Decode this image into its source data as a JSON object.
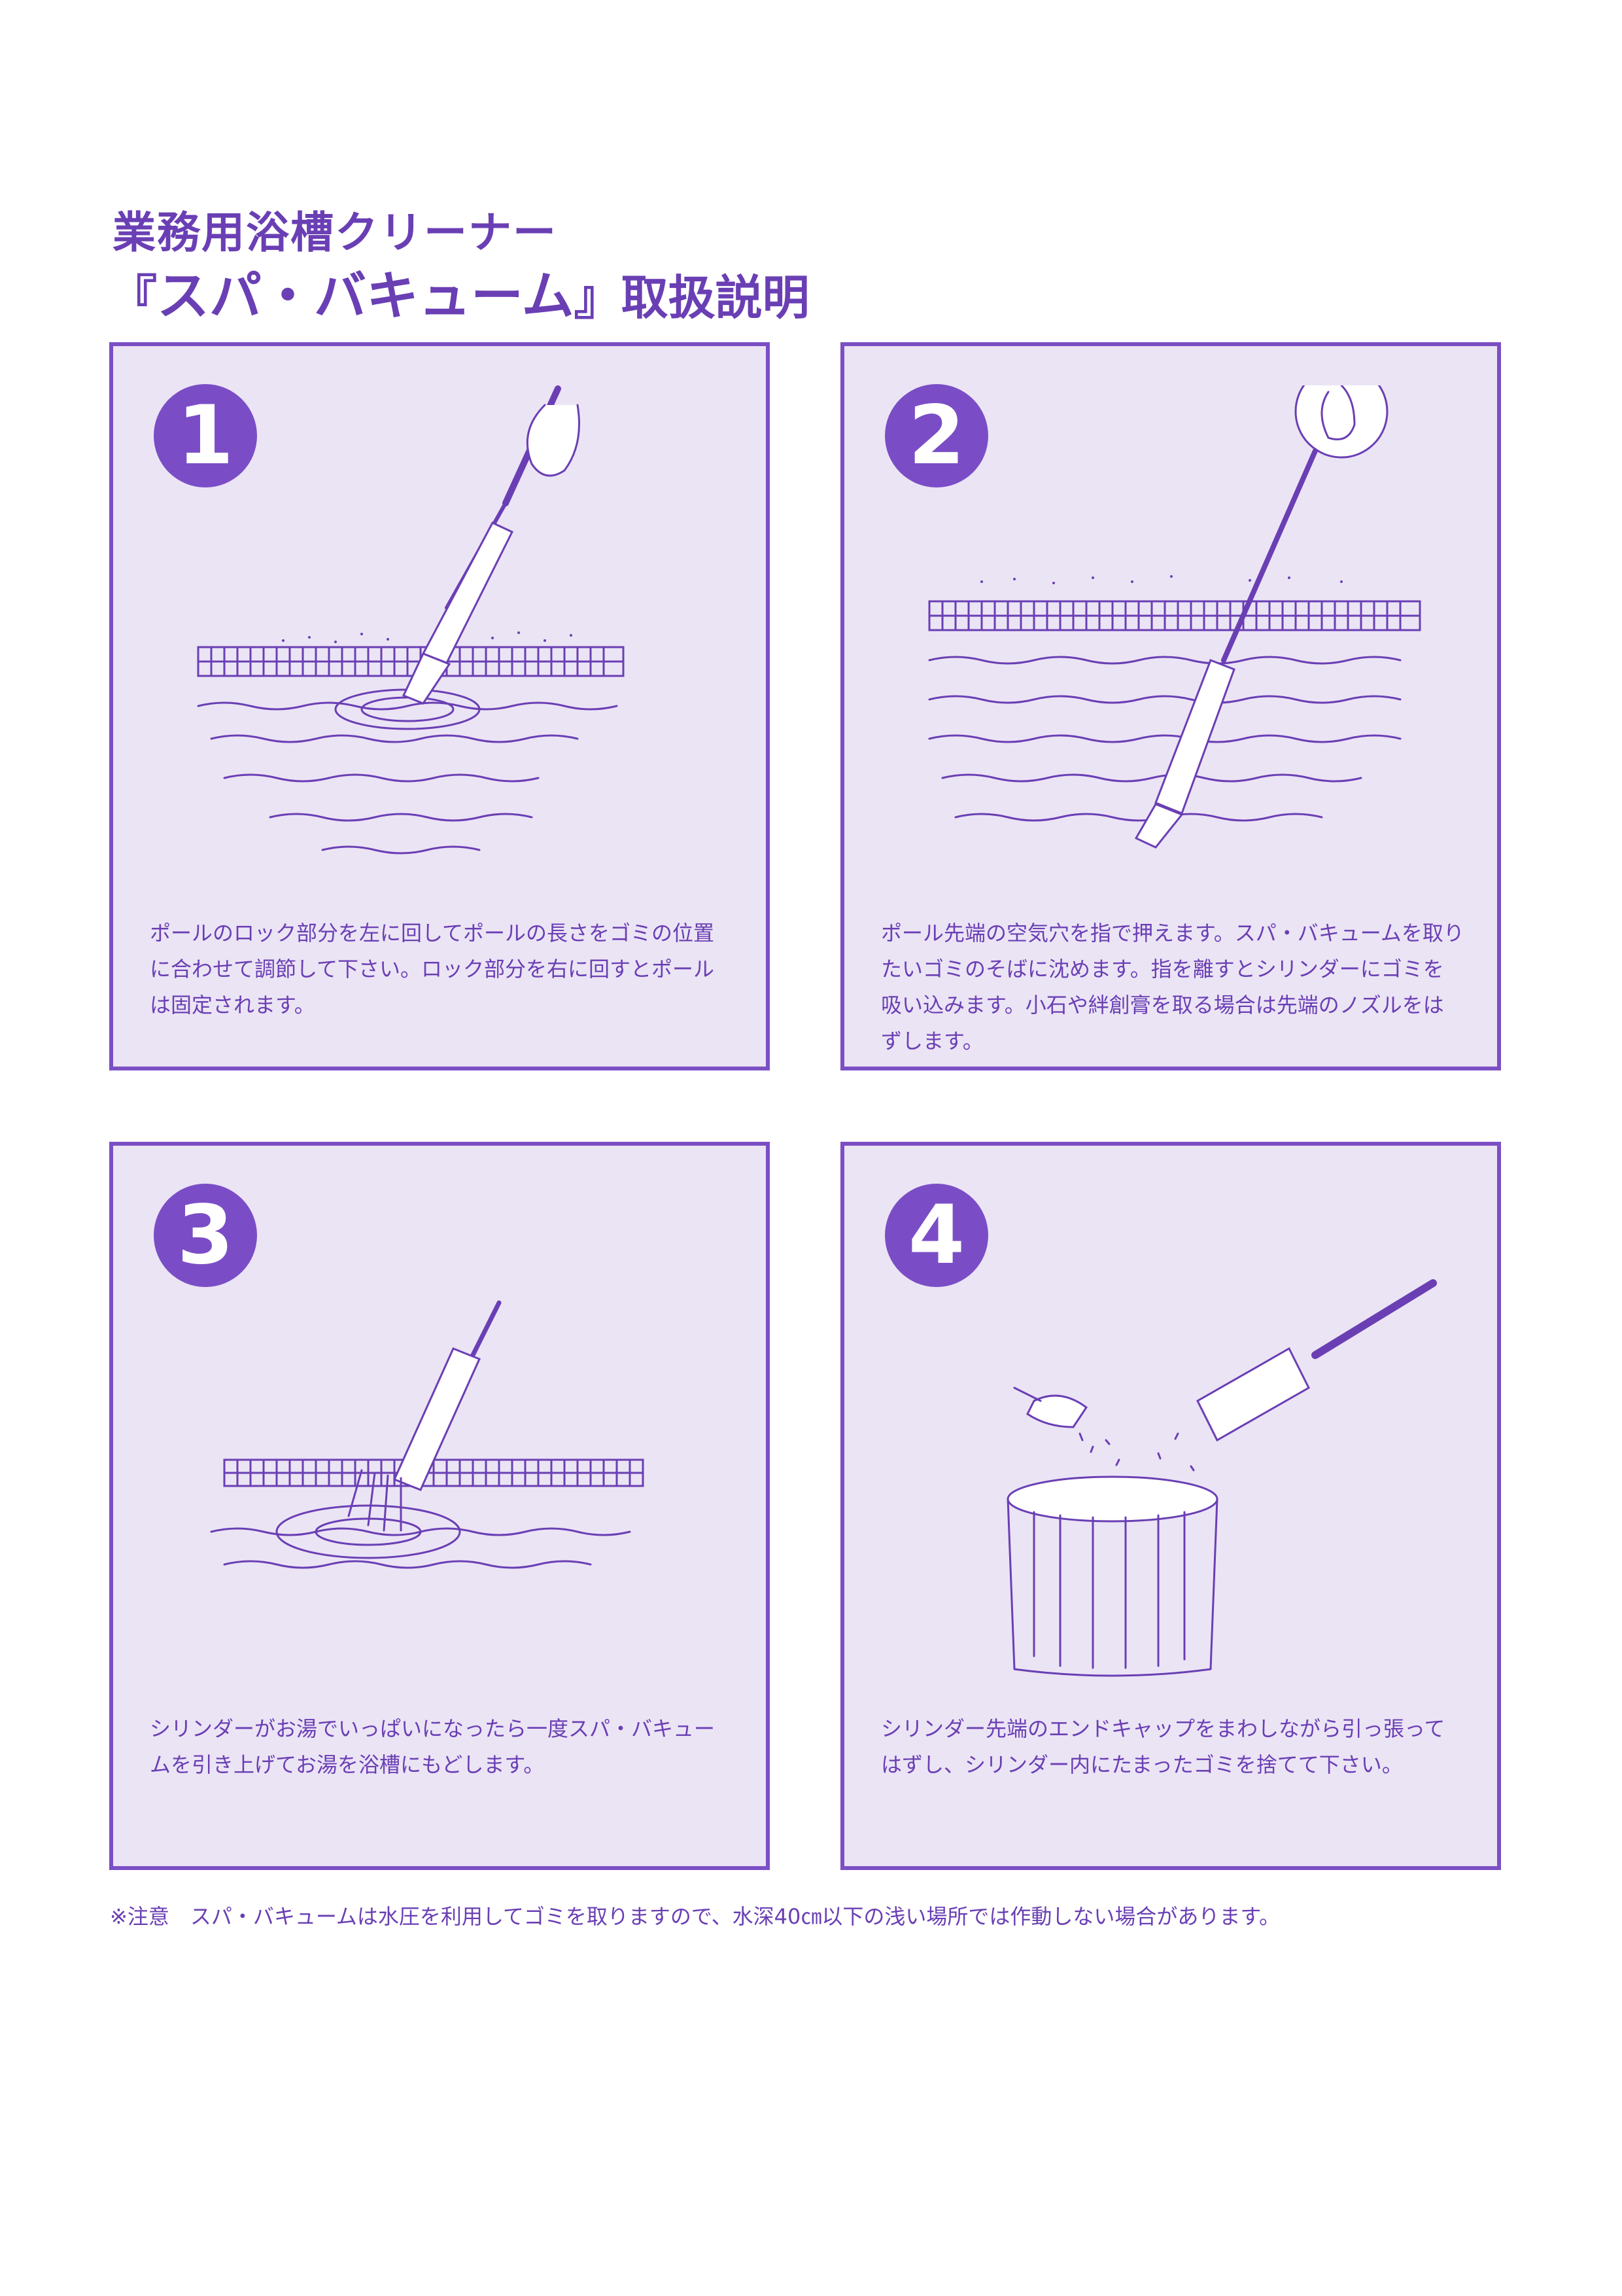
{
  "header": {
    "title_line1": "業務用浴槽クリーナー",
    "bracket_open": "『",
    "product_name": "スパ・バキューム",
    "bracket_close": "』",
    "title_suffix": "取扱説明"
  },
  "steps": [
    {
      "number": "1",
      "text": "ポールのロック部分を左に回してポールの長さをゴミの位置に合わせて調節して下さい。ロック部分を右に回すとポールは固定されます。"
    },
    {
      "number": "2",
      "text": "ポール先端の空気穴を指で押えます。スパ・バキュームを取りたいゴミのそばに沈めます。指を離すとシリンダーにゴミを吸い込みます。小石や絆創膏を取る場合は先端のノズルをはずします。"
    },
    {
      "number": "3",
      "text": "シリンダーがお湯でいっぱいになったら一度スパ・バキュームを引き上げてお湯を浴槽にもどします。"
    },
    {
      "number": "4",
      "text": "シリンダー先端のエンドキャップをまわしながら引っ張ってはずし、シリンダー内にたまったゴミを捨てて下さい。"
    }
  ],
  "note": "※注意　スパ・バキュームは水圧を利用してゴミを取りますので、水深40㎝以下の浅い場所では作動しない場合があります。",
  "colors": {
    "accent": "#7a4dc6",
    "panel_bg": "#ebe4f5",
    "text": "#6a3fb4"
  }
}
